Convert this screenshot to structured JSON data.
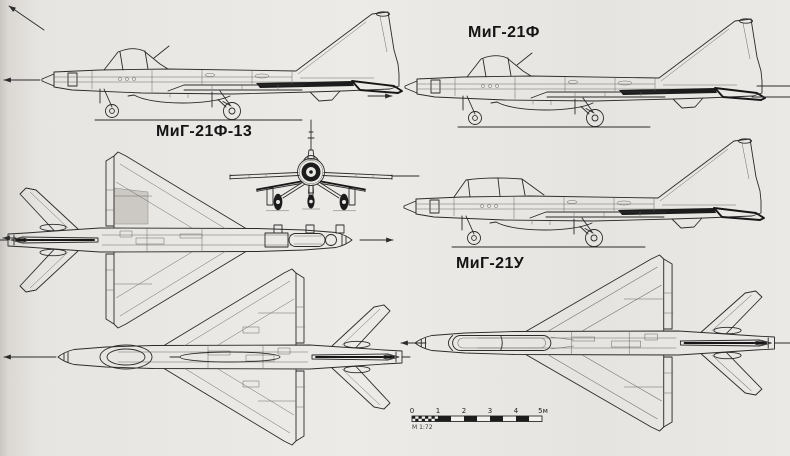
{
  "page": {
    "background": "#e9e7e3",
    "line_color": "#2b2b2b",
    "black_accent": "#1c1c1c",
    "panel_gray": "#ccc9c4"
  },
  "labels": {
    "mig21f": "МиГ-21Ф",
    "mig21f13": "МиГ-21Ф-13",
    "mig21u": "МиГ-21У"
  },
  "scale_bar": {
    "ticks": [
      "0",
      "1",
      "2",
      "3",
      "4",
      "5м"
    ],
    "note": "М 1:72"
  }
}
